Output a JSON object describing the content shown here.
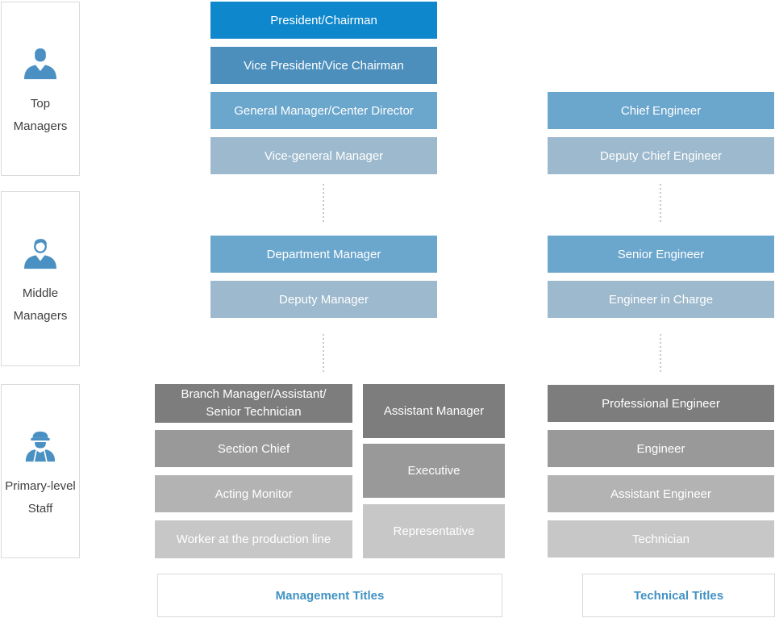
{
  "staff_levels": [
    {
      "line1": "Top",
      "line2": "Managers",
      "icon": "businessman-icon"
    },
    {
      "line1": "Middle",
      "line2": "Managers",
      "icon": "manager-icon"
    },
    {
      "line1": "Primary-level",
      "line2": "Staff",
      "icon": "worker-icon"
    }
  ],
  "management": {
    "top_tier": [
      "President/Chairman",
      "Vice President/Vice Chairman",
      "General Manager/Center Director",
      "Vice-general Manager"
    ],
    "middle_tier": [
      "Department Manager",
      "Deputy Manager"
    ],
    "primary_tier_left": [
      "Branch Manager/Assistant/\nSenior Technician",
      "Section Chief",
      "Acting Monitor",
      "Worker at the production line"
    ],
    "primary_tier_right": [
      "Assistant Manager",
      "Executive",
      "Representative"
    ],
    "footer": "Management Titles"
  },
  "technical": {
    "top_tier": [
      "Chief Engineer",
      "Deputy Chief Engineer"
    ],
    "middle_tier": [
      "Senior Engineer",
      "Engineer in Charge"
    ],
    "primary_tier": [
      "Professional Engineer",
      "Engineer",
      "Assistant Engineer",
      "Technician"
    ],
    "footer": "Technical Titles"
  },
  "colors": {
    "accent_blue": "#0e87cc",
    "steel_blue": "#4d8fbc",
    "medium_blue": "#6ba6cd",
    "pale_blue": "#9db9cd",
    "gray_1": "#7d7d7d",
    "gray_2": "#999999",
    "gray_3": "#b3b3b3",
    "gray_4": "#c7c7c7",
    "border_gray": "#d9d9d9",
    "dot_gray": "#c9c9c9",
    "panel_text": "#3f3f3f",
    "footer_blue": "#4292c3",
    "icon_blue": "#4a90c2"
  }
}
